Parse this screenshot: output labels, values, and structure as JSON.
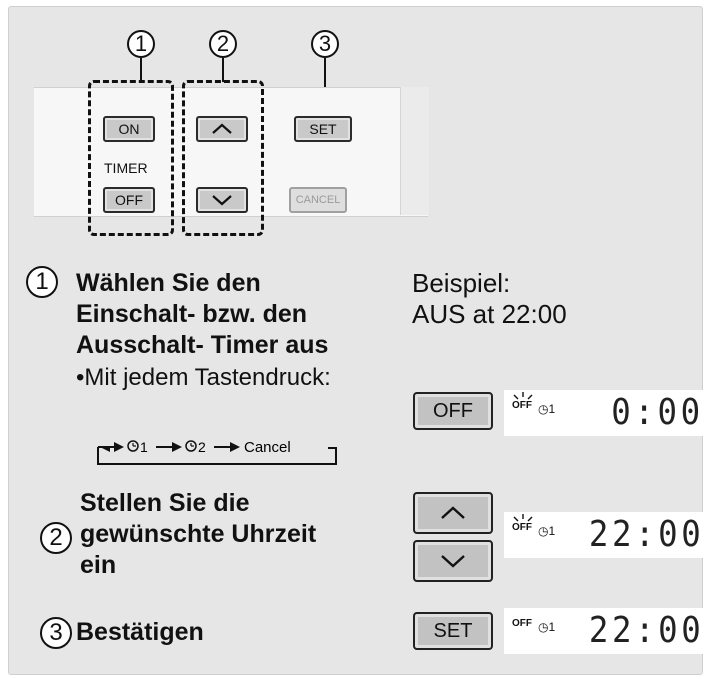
{
  "markers": {
    "one": "1",
    "two": "2",
    "three": "3"
  },
  "remote": {
    "on_label": "ON",
    "timer_label": "TIMER",
    "off_label": "OFF",
    "up_icon": "chevron-up-icon",
    "down_icon": "chevron-down-icon",
    "set_label": "SET",
    "cancel_label": "CANCEL"
  },
  "step1": {
    "title_lines": [
      "Wählen Sie den",
      "Einschalt- bzw. den",
      "Ausschalt- Timer aus"
    ],
    "bullet": "•Mit jedem Tastendruck:",
    "cycle": {
      "timer1": "1",
      "timer2": "2",
      "cancel": "Cancel"
    }
  },
  "example": {
    "line1": "Beispiel:",
    "line2": "AUS at 22:00"
  },
  "step2": {
    "title_lines": [
      "Stellen Sie die",
      "gewünschte Uhrzeit",
      "ein"
    ]
  },
  "step3": {
    "title": "Bestätigen"
  },
  "displays": {
    "d1": {
      "tag": "OFF",
      "timer": "1",
      "time": "0:00"
    },
    "d2": {
      "tag": "OFF",
      "timer": "1",
      "time": "22:00"
    },
    "d3": {
      "tag": "OFF",
      "timer": "1",
      "time": "22:00"
    }
  },
  "buttons": {
    "off": "OFF",
    "set": "SET"
  }
}
